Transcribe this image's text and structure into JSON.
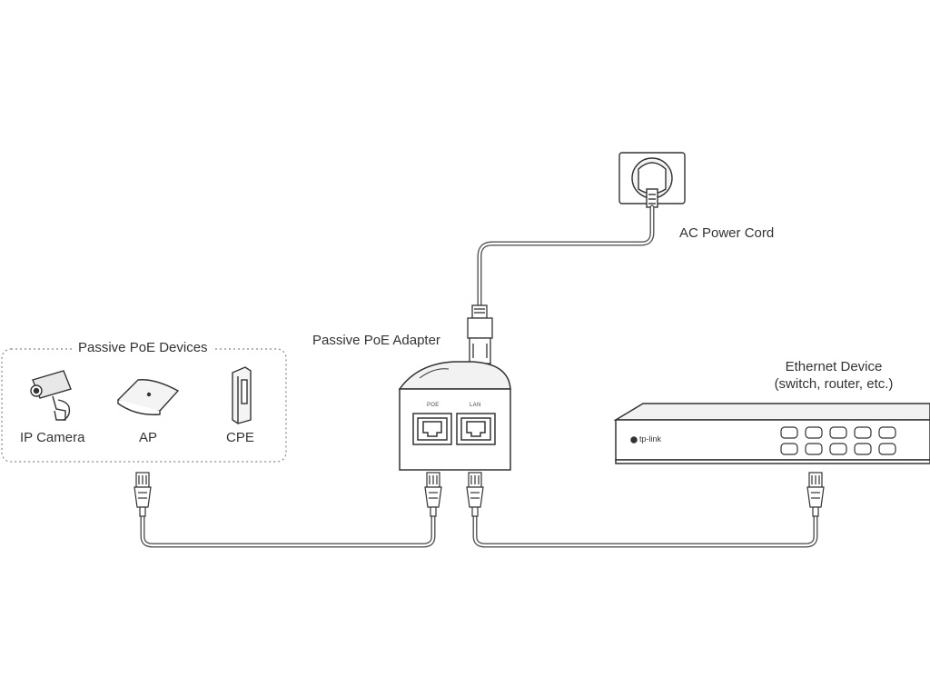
{
  "labels": {
    "ac_power_cord": "AC Power Cord",
    "passive_poe_adapter": "Passive PoE Adapter",
    "passive_poe_devices": "Passive PoE Devices",
    "ip_camera": "IP Camera",
    "ap": "AP",
    "cpe": "CPE",
    "ethernet_device_line1": "Ethernet Device",
    "ethernet_device_line2": "(switch, router, etc.)"
  },
  "adapter_ports": {
    "poe": "POE",
    "lan": "LAN"
  },
  "switch_brand": "tp-link",
  "colors": {
    "line": "#333333",
    "cable": "#555555",
    "fill_light": "#f2f2f2",
    "dotted_border": "#888888"
  }
}
